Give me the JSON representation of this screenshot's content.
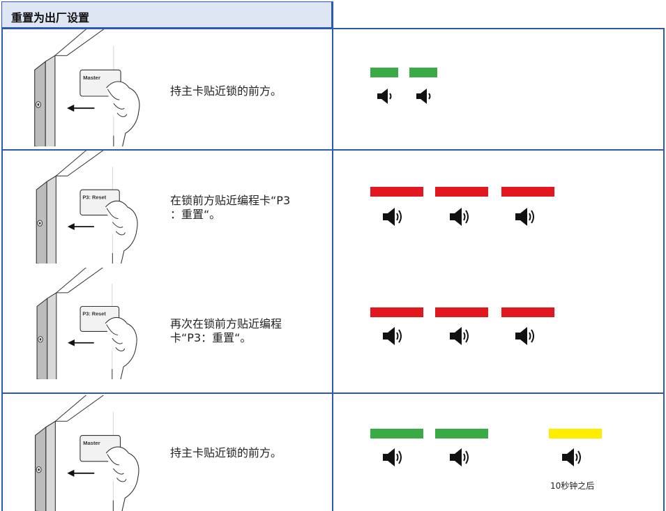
{
  "header": {
    "title": "重置为出厂设置"
  },
  "colors": {
    "green": "#3aaa45",
    "red": "#e3171f",
    "yellow": "#ffed00",
    "frame": "#2c59b1",
    "header_bg": "#dfe6f3"
  },
  "rows": [
    {
      "card_label": "Master",
      "instruction": "持主卡贴近锁的前方。",
      "indicators": [
        "green",
        "green"
      ],
      "sound": "short-beep-icon"
    },
    {
      "card_label": "P3: Reset",
      "instruction_line1": "在锁前方贴近编程卡“P3",
      "instruction_line2": "：重置“。",
      "indicators": [
        "red",
        "red",
        "red"
      ],
      "sound": "long-beep-icon"
    },
    {
      "card_label": "P3: Reset",
      "instruction_line1": "再次在锁前方贴近编程",
      "instruction_line2": "卡“P3：重置“。",
      "indicators": [
        "red",
        "red",
        "red"
      ],
      "sound": "long-beep-icon"
    },
    {
      "card_label": "Master",
      "instruction": "持主卡贴近锁的前方。",
      "indicators": [
        "green",
        "green",
        "yellow"
      ],
      "sound": "long-beep-icon",
      "note": "10秒钟之后"
    }
  ]
}
